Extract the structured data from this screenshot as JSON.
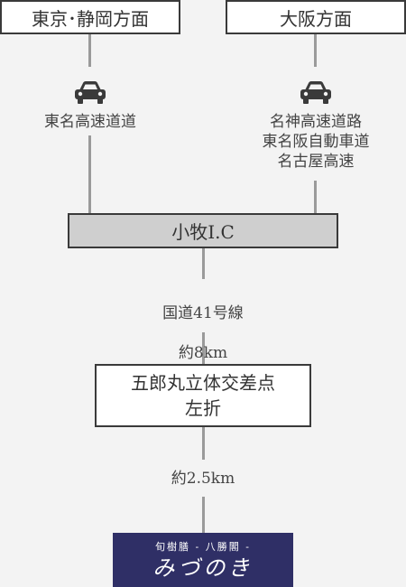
{
  "origins": {
    "tokyo": {
      "label": "東京･静岡方面",
      "route": "東名高速道道"
    },
    "osaka": {
      "label": "大阪方面",
      "route": "名神高速道路\n東名阪自動車道\n名古屋高速"
    }
  },
  "icons": {
    "car": "car-icon"
  },
  "komaki": {
    "label": "小牧I.C"
  },
  "leg1": {
    "road": "国道41号線",
    "distance": "約8km"
  },
  "junction": {
    "label": "五郎丸立体交差点\n左折"
  },
  "leg2": {
    "distance": "約2.5km"
  },
  "destination": {
    "small": "旬樹膳 - 八勝閣 -",
    "name": "みづのき"
  },
  "colors": {
    "line": "#9a9a9a",
    "logo_bg": "#2f2f66",
    "ic_box": "#cfcfcf"
  }
}
